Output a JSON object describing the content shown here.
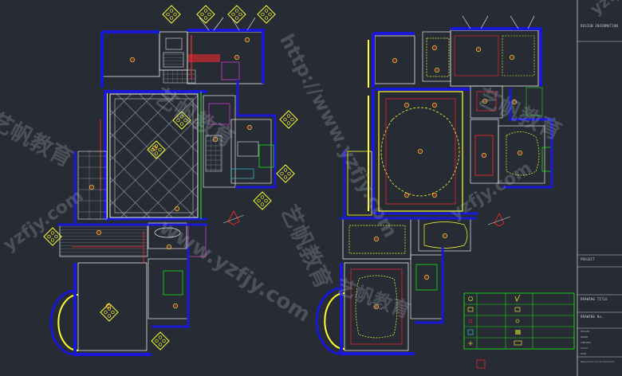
{
  "watermarks": {
    "url_a": "http://www.yzfjy.com",
    "url_b": "www.yzfjy.com",
    "url_c": "yzfjy.com",
    "url_d": "yzfjy.com",
    "url_e": "yzfjy.com",
    "cn_a": "艺帆教育",
    "cn_b": "艺帆教育",
    "cn_c": "艺帆教育",
    "cn_d": "艺帆教育",
    "cn_e": "艺帆教育"
  },
  "title_block": {
    "header": "DESIGN INFORMATION",
    "project": "PROJECT",
    "drawing_title": "DRAWING TITLE",
    "drawing_no": "DRAWING No.",
    "rows": [
      "DESIGN",
      "DRAWN",
      "CHECKED",
      "SCALE",
      "DATE"
    ],
    "footer": "Reproduction Prohibited"
  },
  "colors": {
    "background": "#272b33",
    "wall": "#1818d6",
    "red": "#ff2a2a",
    "yellow": "#ffff33",
    "green": "#19e019",
    "white": "#e8e8e8",
    "magenta": "#ff40ff",
    "cyan": "#30e0e0"
  }
}
